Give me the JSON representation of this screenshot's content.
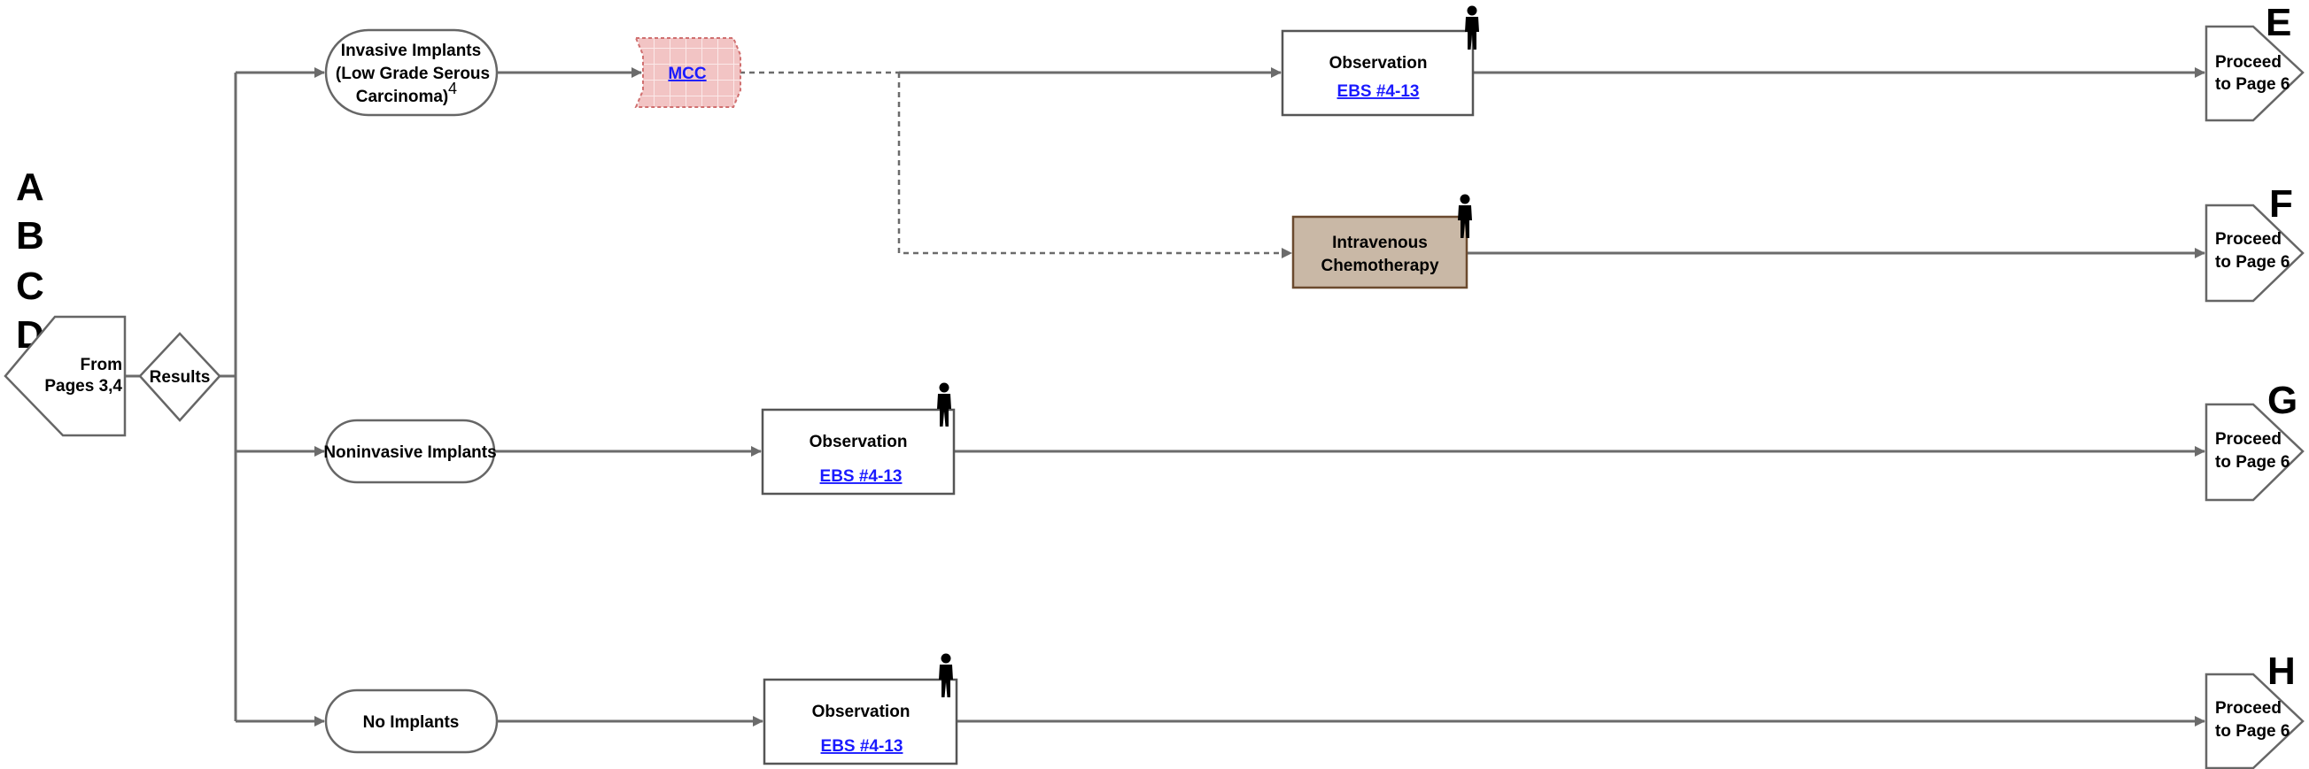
{
  "side_letters": [
    "A",
    "B",
    "C",
    "D"
  ],
  "corner_letters": [
    "E",
    "F",
    "G",
    "H"
  ],
  "from": {
    "line1": "From",
    "line2": "Pages 3,4"
  },
  "results": "Results",
  "invasive": {
    "line1": "Invasive Implants",
    "line2": "(Low Grade Serous",
    "line3": "Carcinoma)",
    "sup": "4"
  },
  "noninvasive": "Noninvasive Implants",
  "no_implants": "No Implants",
  "mcc": "MCC",
  "observation": "Observation",
  "ebs": "EBS #4-13",
  "chemo": {
    "line1": "Intravenous",
    "line2": "Chemotherapy"
  },
  "proceed": {
    "line1": "Proceed",
    "line2": "to Page 6"
  },
  "colors": {
    "line": "#6b6b6b",
    "box_stroke": "#555555",
    "chemo_fill": "#c9b8a6",
    "chemo_stroke": "#6b4a2e",
    "mcc_fill": "#f2c4c4",
    "mcc_stroke": "#d07070",
    "link": "#1a1aff"
  },
  "icons": {
    "person": "person-icon"
  }
}
